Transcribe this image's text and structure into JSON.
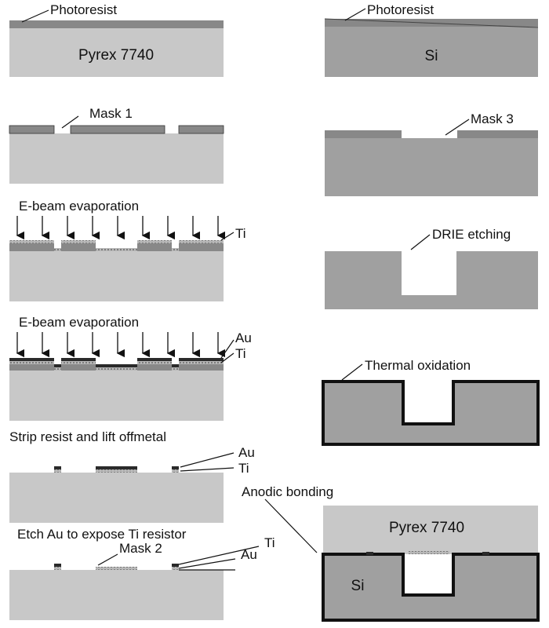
{
  "labels": {
    "photoresist_left": "Photoresist",
    "pyrex_top": "Pyrex 7740",
    "mask1": "Mask 1",
    "ebeam1": "E-beam evaporation",
    "ti_step3": "Ti",
    "ebeam2": "E-beam evaporation",
    "au_step4": "Au",
    "ti_step4": "Ti",
    "strip": "Strip resist and lift offmetal",
    "au_step5": "Au",
    "ti_step5": "Ti",
    "etch": "Etch Au to expose Ti resistor",
    "mask2": "Mask 2",
    "ti_step6": "Ti",
    "au_step6": "Au",
    "photoresist_right": "Photoresist",
    "si_top": "Si",
    "mask3": "Mask 3",
    "drie": "DRIE etching",
    "thermal": "Thermal oxidation",
    "anodic": "Anodic bonding",
    "pyrex_bonded": "Pyrex 7740",
    "si_bonded": "Si"
  },
  "colors": {
    "pyrex": "#c8c8c8",
    "silicon": "#a0a0a0",
    "photoresist": "#888888",
    "oxide": "#111111",
    "metal_ti": "#a8a8a8",
    "metal_au": "#2a2a2a"
  }
}
